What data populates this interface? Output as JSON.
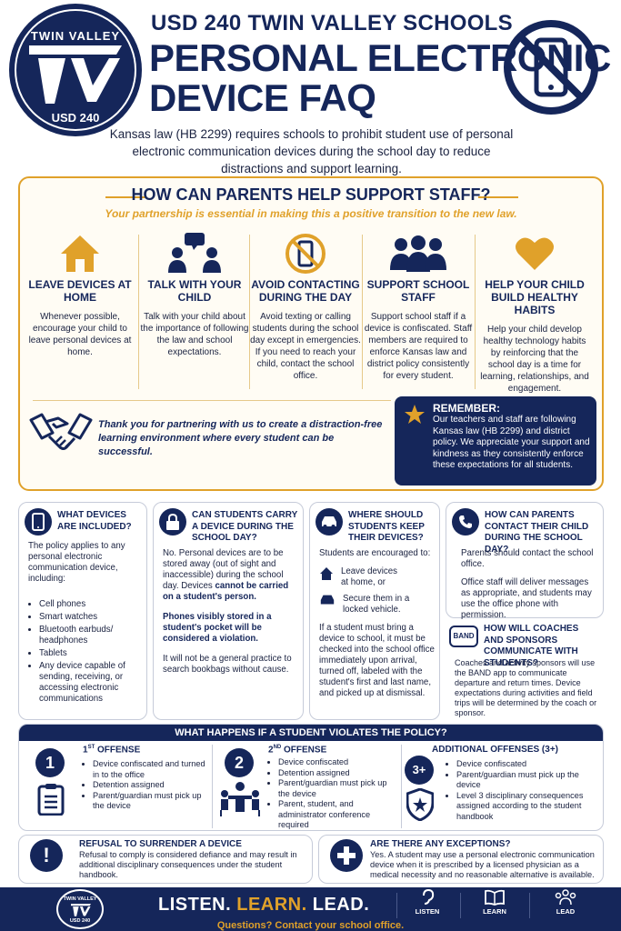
{
  "header": {
    "logo_top": "TWIN VALLEY",
    "logo_bottom": "USD 240",
    "district": "USD 240 TWIN VALLEY SCHOOLS",
    "title_line1": "PERSONAL ELECTRONIC",
    "title_line2": "DEVICE FAQ",
    "intro": "Kansas law (HB 2299) requires schools to prohibit student use of personal electronic communication devices during the school day to reduce distractions and support learning."
  },
  "parents": {
    "title": "HOW CAN PARENTS HELP SUPPORT STAFF?",
    "subtitle": "Your partnership is essential in making this a positive transition to the new law.",
    "columns": [
      {
        "icon": "house-icon",
        "title": "LEAVE DEVICES AT HOME",
        "text": "Whenever possible, encourage your child to leave personal devices at home."
      },
      {
        "icon": "talk-icon",
        "title": "TALK WITH YOUR CHILD",
        "text": "Talk with your child about the importance of following the law and school expectations."
      },
      {
        "icon": "no-phone-icon",
        "title": "AVOID CONTACTING DURING THE DAY",
        "text": "Avoid texting or calling students during the school day except in emergencies. If you need to reach your child, contact the school office."
      },
      {
        "icon": "group-icon",
        "title": "SUPPORT SCHOOL STAFF",
        "text": "Support school staff if a device is confiscated. Staff members are required to enforce Kansas law and district policy consistently for every student."
      },
      {
        "icon": "heart-icon",
        "title": "HELP YOUR CHILD BUILD HEALTHY HABITS",
        "text": "Help your child develop healthy technology habits by reinforcing that the school day is a time for learning, relationships, and engagement."
      }
    ],
    "thanks": "Thank you for partnering with us to create a distraction-free learning environment where every student can be successful.",
    "remember_title": "REMEMBER:",
    "remember_text": "Our teachers and staff are following Kansas law (HB 2299) and district policy. We appreciate your support and kindness as they consistently enforce these expectations for all students."
  },
  "faq": {
    "devices": {
      "title": "WHAT DEVICES ARE INCLUDED?",
      "intro": "The policy applies to any personal electronic communication device, including:",
      "items": [
        "Cell phones",
        "Smart watches",
        "Bluetooth earbuds/ headphones",
        "Tablets",
        "Any device capable of sending, receiving, or accessing electronic communications"
      ]
    },
    "carry": {
      "title": "CAN STUDENTS CARRY A DEVICE DURING THE SCHOOL DAY?",
      "p1": "No. Personal devices are to be stored away (out of sight and inaccessible) during the school day. Devices ",
      "p1_bold": "cannot be carried on a student's person.",
      "p2": "Phones visibly stored in a student's pocket will be considered a violation.",
      "p3": "It will not be a general practice to search bookbags without cause."
    },
    "keep": {
      "title": "WHERE SHOULD STUDENTS KEEP THEIR DEVICES?",
      "intro": "Students are encouraged to:",
      "opt1": "Leave devices at home, or",
      "opt2": "Secure them in a locked vehicle.",
      "p": "If a student must bring a device to school, it must be checked into the school office immediately upon arrival, turned off, labeled with the student's first and last name, and picked up at dismissal."
    },
    "contact": {
      "title": "HOW CAN PARENTS CONTACT THEIR CHILD DURING THE SCHOOL DAY?",
      "p1": "Parents should contact the school office.",
      "p2": "Office staff will deliver messages as appropriate, and students may use the office phone with permission."
    },
    "coaches": {
      "badge": "BAND",
      "title": "HOW WILL COACHES AND SPONSORS COMMUNICATE WITH STUDENTS?",
      "p": "Coaches and activity sponsors will use the BAND app to communicate departure and return times. Device expectations during activities and field trips will be determined by the coach or sponsor."
    }
  },
  "violations": {
    "title": "WHAT HAPPENS IF A STUDENT VIOLATES THE POLICY?",
    "first": {
      "num": "1",
      "label": "1",
      "sup": "ST",
      "label2": " OFFENSE",
      "items": [
        "Device confiscated and turned in to the office",
        "Detention assigned",
        "Parent/guardian must pick up the device"
      ]
    },
    "second": {
      "num": "2",
      "label": "2",
      "sup": "ND",
      "label2": " OFFENSE",
      "items": [
        "Device confiscated",
        "Detention assigned",
        "Parent/guardian must pick up the device",
        "Parent, student, and administrator conference required"
      ]
    },
    "additional": {
      "num": "3+",
      "label": "ADDITIONAL OFFENSES (3+)",
      "items": [
        "Device confiscated",
        "Parent/guardian must pick up the device",
        "Level 3 disciplinary consequences assigned according to the student handbook"
      ]
    }
  },
  "refusal": {
    "title": "REFUSAL TO SURRENDER A DEVICE",
    "text": "Refusal to comply is considered defiance and may result in additional disciplinary consequences under the student handbook."
  },
  "exceptions": {
    "title": "ARE THERE ANY EXCEPTIONS?",
    "text": "Yes. A student may use a personal electronic communication device when it is prescribed by a licensed physician as a medical necessity and no reasonable alternative is available."
  },
  "footer": {
    "logo_top": "TWIN VALLEY",
    "logo_bottom": "USD 240",
    "w1": "LISTEN.",
    "w2": "LEARN.",
    "w3": "LEAD.",
    "icon1": "LISTEN",
    "icon2": "LEARN",
    "icon3": "LEAD",
    "questions": "Questions? Contact your school office."
  },
  "colors": {
    "navy": "#15265a",
    "gold": "#e0a12a"
  }
}
